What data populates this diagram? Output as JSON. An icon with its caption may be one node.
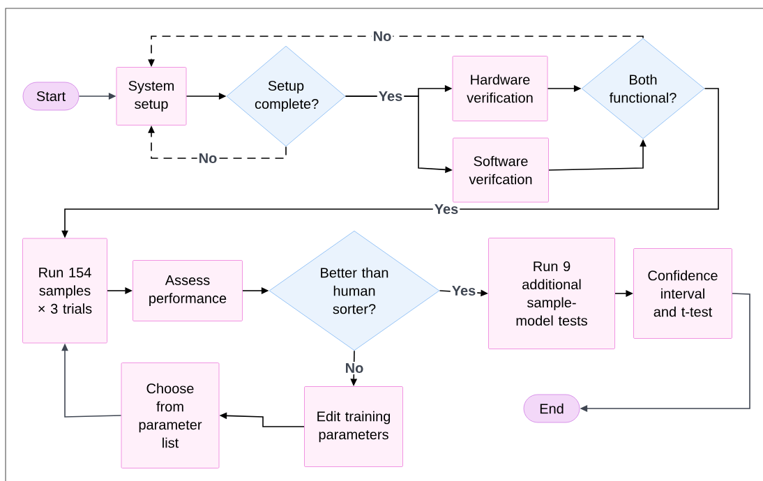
{
  "diagram": {
    "nodes": [
      {
        "text": [
          "Start"
        ]
      },
      {
        "text": [
          "System setup"
        ]
      },
      {
        "text": [
          "Setup complete?"
        ]
      },
      {
        "text": [
          "Hardware verification"
        ]
      },
      {
        "text": [
          "Software verifcation"
        ]
      },
      {
        "text": [
          "Both functional?"
        ]
      },
      {
        "text": [
          "Run 154 samples × 3 trials"
        ]
      },
      {
        "text": [
          "Assess performance"
        ]
      },
      {
        "text": [
          "Better than human sorter?"
        ]
      },
      {
        "text": [
          "Run 9 additional sample-model tests"
        ]
      },
      {
        "text": [
          "Confidence interval and t-test"
        ]
      },
      {
        "text": [
          "End"
        ]
      },
      {
        "text": [
          "Edit training parameters"
        ]
      },
      {
        "text": [
          "Choose from parameter list"
        ]
      }
    ],
    "edges": [
      {
        "from": 0,
        "to": 1,
        "arrow": "to",
        "color": "#3f4652"
      },
      {
        "from": 1,
        "to": 2,
        "arrow": "to"
      },
      {
        "from": 2,
        "to": 1,
        "arrow": "to",
        "label": "No",
        "style": "dashed"
      },
      {
        "from": 2,
        "to": 3,
        "arrow": "to",
        "label": "Yes"
      },
      {
        "from": 2,
        "to": 4,
        "arrow": "to"
      },
      {
        "from": 3,
        "to": 5,
        "arrow": "to"
      },
      {
        "from": 4,
        "to": 5,
        "arrow": "to"
      },
      {
        "from": 5,
        "to": 1,
        "arrow": "to",
        "label": "No",
        "style": "dashed"
      },
      {
        "from": 5,
        "to": 6,
        "arrow": "to",
        "label": "Yes"
      },
      {
        "from": 6,
        "to": 7,
        "arrow": "to"
      },
      {
        "from": 7,
        "to": 8,
        "arrow": "to"
      },
      {
        "from": 8,
        "to": 9,
        "arrow": "to",
        "label": "Yes"
      },
      {
        "from": 9,
        "to": 10,
        "arrow": "to"
      },
      {
        "from": 10,
        "to": 11,
        "arrow": "to",
        "color": "#3f4652"
      },
      {
        "from": 8,
        "to": 12,
        "arrow": "to",
        "label": "No"
      },
      {
        "from": 12,
        "to": 13,
        "arrow": "to"
      },
      {
        "from": 13,
        "to": 6,
        "arrow": "to",
        "color": "#3f4652"
      }
    ]
  }
}
